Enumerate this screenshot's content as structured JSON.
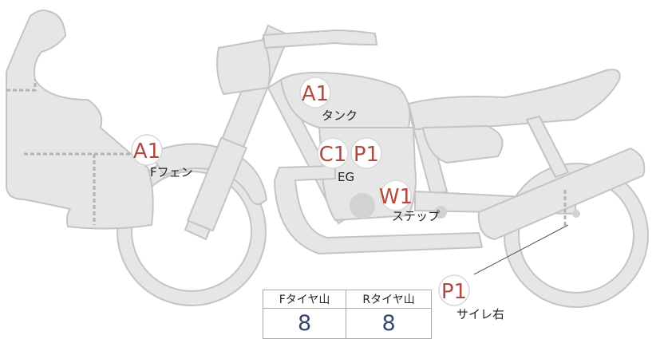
{
  "labels": [
    {
      "code": "A1",
      "text": "Fフェン"
    },
    {
      "code": "A1",
      "text": "タンク"
    },
    {
      "code": "C1",
      "text": "EG"
    },
    {
      "code": "P1",
      "text": ""
    },
    {
      "code": "W1",
      "text": "ステップ"
    },
    {
      "code": "P1",
      "text": "サイレ右"
    }
  ],
  "tread_table": {
    "headers": [
      "Fタイヤ山",
      "Rタイヤ山"
    ],
    "values": [
      "8",
      "8"
    ]
  },
  "colors": {
    "body_fill": "#e6e6e6",
    "body_stroke": "#c3c3c3",
    "badge_text": "#b5483f",
    "value_text": "#34476f"
  }
}
